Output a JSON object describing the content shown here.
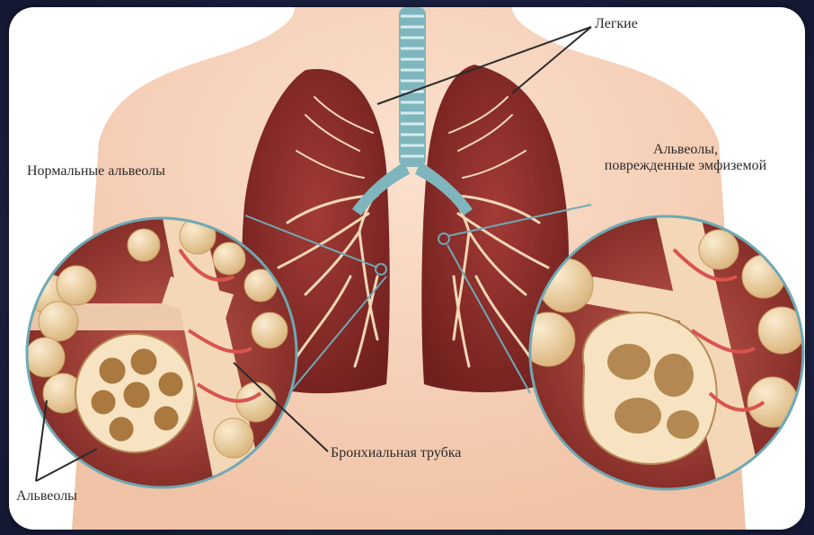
{
  "labels": {
    "lungs": "Легкие",
    "normal_alveoli": "Нормальные альвеолы",
    "damaged_alveoli_line1": "Альвеолы,",
    "damaged_alveoli_line2": "поврежденные эмфиземой",
    "bronchial_tube": "Бронхиальная трубка",
    "alveoli": "Альвеолы"
  },
  "colors": {
    "background": "#1f2547",
    "skin": "#f6d2bb",
    "lung": "#8e2f2c",
    "bronchi": "#f3d7b6",
    "trachea": "#7fb6bd",
    "alveoli": "#ecd3a3",
    "vessel": "#d9534f",
    "leader_line": "#2b2b2b",
    "zoom_outline": "#6ea9b3"
  }
}
